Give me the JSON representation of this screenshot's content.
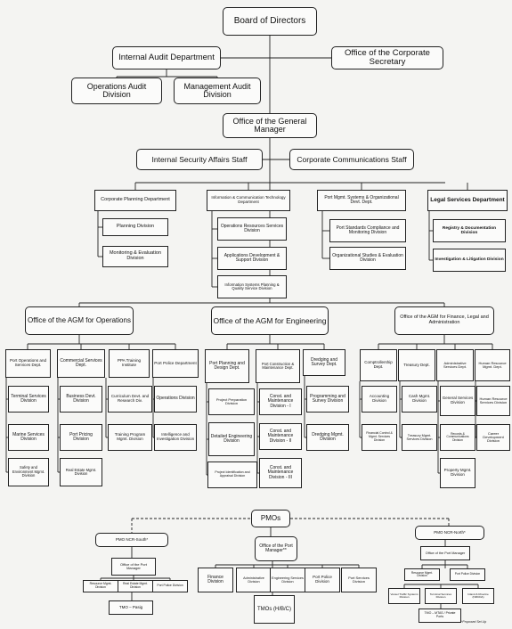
{
  "org_chart": {
    "top": {
      "board": "Board of Directors",
      "internal_audit": "Internal Audit Department",
      "corporate_secretary": "Office of the Corporate Secretary",
      "operations_audit": "Operations Audit Division",
      "management_audit": "Management Audit Division",
      "general_manager": "Office of the General Manager",
      "internal_security": "Internal Security Affairs Staff",
      "corporate_communications": "Corporate Communications Staff"
    },
    "gm_departments": {
      "corporate_planning": "Corporate Planning Department",
      "planning_division": "Planning Division",
      "monitoring_evaluation": "Monitoring & Evaluation Division",
      "ict_department": "Information & Communication Technology Department",
      "operations_resources": "Operations Resources Services Division",
      "applications_development": "Applications Development & Support Division",
      "info_systems_planning": "Information Systems Planning & Quality Service Division",
      "port_mgmt_systems": "Port Mgmt. Systems & Organizational Devt. Dept.",
      "port_standards": "Port Standards Compliance and Monitoring Division",
      "organizational_studies": "Organizational Studies & Evaluation Division",
      "legal_services": "Legal Services Department",
      "registry_documentation": "Registry & Documentation Division",
      "investigation_litigation": "Investigation & Litigation Division"
    },
    "agm_operations": {
      "title": "Office of the AGM for Operations",
      "port_operations": "Port Operations and Services Dept.",
      "terminal_services": "Terminal Services Division",
      "marine_services": "Marine Services Division",
      "safety_environment": "Safety and Environment Mgmt. Division",
      "commercial_services": "Commercial Services Dept.",
      "business_devt": "Business Devt. Division",
      "port_pricing": "Port Pricing Division",
      "real_estate": "Real Estate Mgmt. Division",
      "ppa_training": "PPA Training Institute",
      "curriculum": "Curriculum Devt. and Research Div.",
      "training_program": "Training Program Mgmt. Division",
      "port_police_dept": "Port Police Department",
      "operations_division": "Operations Division",
      "intelligence": "Intelligence and Investigation Division"
    },
    "agm_engineering": {
      "title": "Office of the AGM for Engineering",
      "planning_design": "Port Planning and Design Dept.",
      "project_preparation": "Project Preparation Division",
      "detailed_engineering": "Detailed Engineering Division",
      "project_identification": "Project Identification and Appraisal Division",
      "construction_maintenance": "Port Construction & Maintenance Dept.",
      "cmd_1": "Const. and Maintenance Division - I",
      "cmd_2": "Const. and Maintenance Division - II",
      "cmd_3": "Const. and Maintenance Division - III",
      "dredging_survey": "Dredging and Survey Dept.",
      "programming_survey": "Programming and Survey Division",
      "dredging_mgmt": "Dredging Mgmt. Division"
    },
    "agm_finance": {
      "title": "Office of the AGM for Finance, Legal and Administration",
      "comptrollership": "Comptrollership Dept.",
      "accounting": "Accounting Division",
      "financial_control": "Financial Control & Mgmt. Services Division",
      "treasury_dept": "Treasury Dept.",
      "cash_mgmt": "Cash Mgmt. Division",
      "treasury_mgmt": "Treasury Mgmt. Services Division",
      "admin_services": "Administrative Services Dept.",
      "general_services": "General Services Division",
      "records_communications": "Records & Communications Division",
      "property_mgmt": "Property Mgmt. Division",
      "hr_mgmt": "Human Resource Mgmt. Dept.",
      "hr_services": "Human Resource Services Division",
      "career_development": "Career Development Division"
    },
    "pmos": {
      "title": "PMOs",
      "south_label": "PMO NCR-South*",
      "north_label": "PMO NCR-North*",
      "pm_office_left": "Office of the Port Manager",
      "pm_office_center": "Office of the Port Manager**",
      "pm_office_right": "Office of the Port Manager",
      "left_resource": "Resource Mgmt. Division",
      "left_real_estate": "Real Estate Mgmt. Division",
      "left_port_police": "Port Police Division",
      "tmo_pasig": "TMO – Pasig",
      "finance": "Finance Division",
      "administrative": "Administrative Division",
      "engineering_services": "Engineering Services Division",
      "port_police": "Port Police Division",
      "port_services": "Port Services Division",
      "tmos": "TMOs (H/B/C)",
      "right_resource": "Resource Mgmt. Division",
      "right_port_police": "Port Police Division",
      "vessel_traffic": "Vessel Traffic Systems Division",
      "terminal_services": "Terminal Services Division",
      "inland_waterway": "Inland & Riverine (NRCDA)",
      "tmo_mtas": "TMO – MTAS / Private Ports"
    },
    "footnote": "*Proposed Set-Up"
  }
}
